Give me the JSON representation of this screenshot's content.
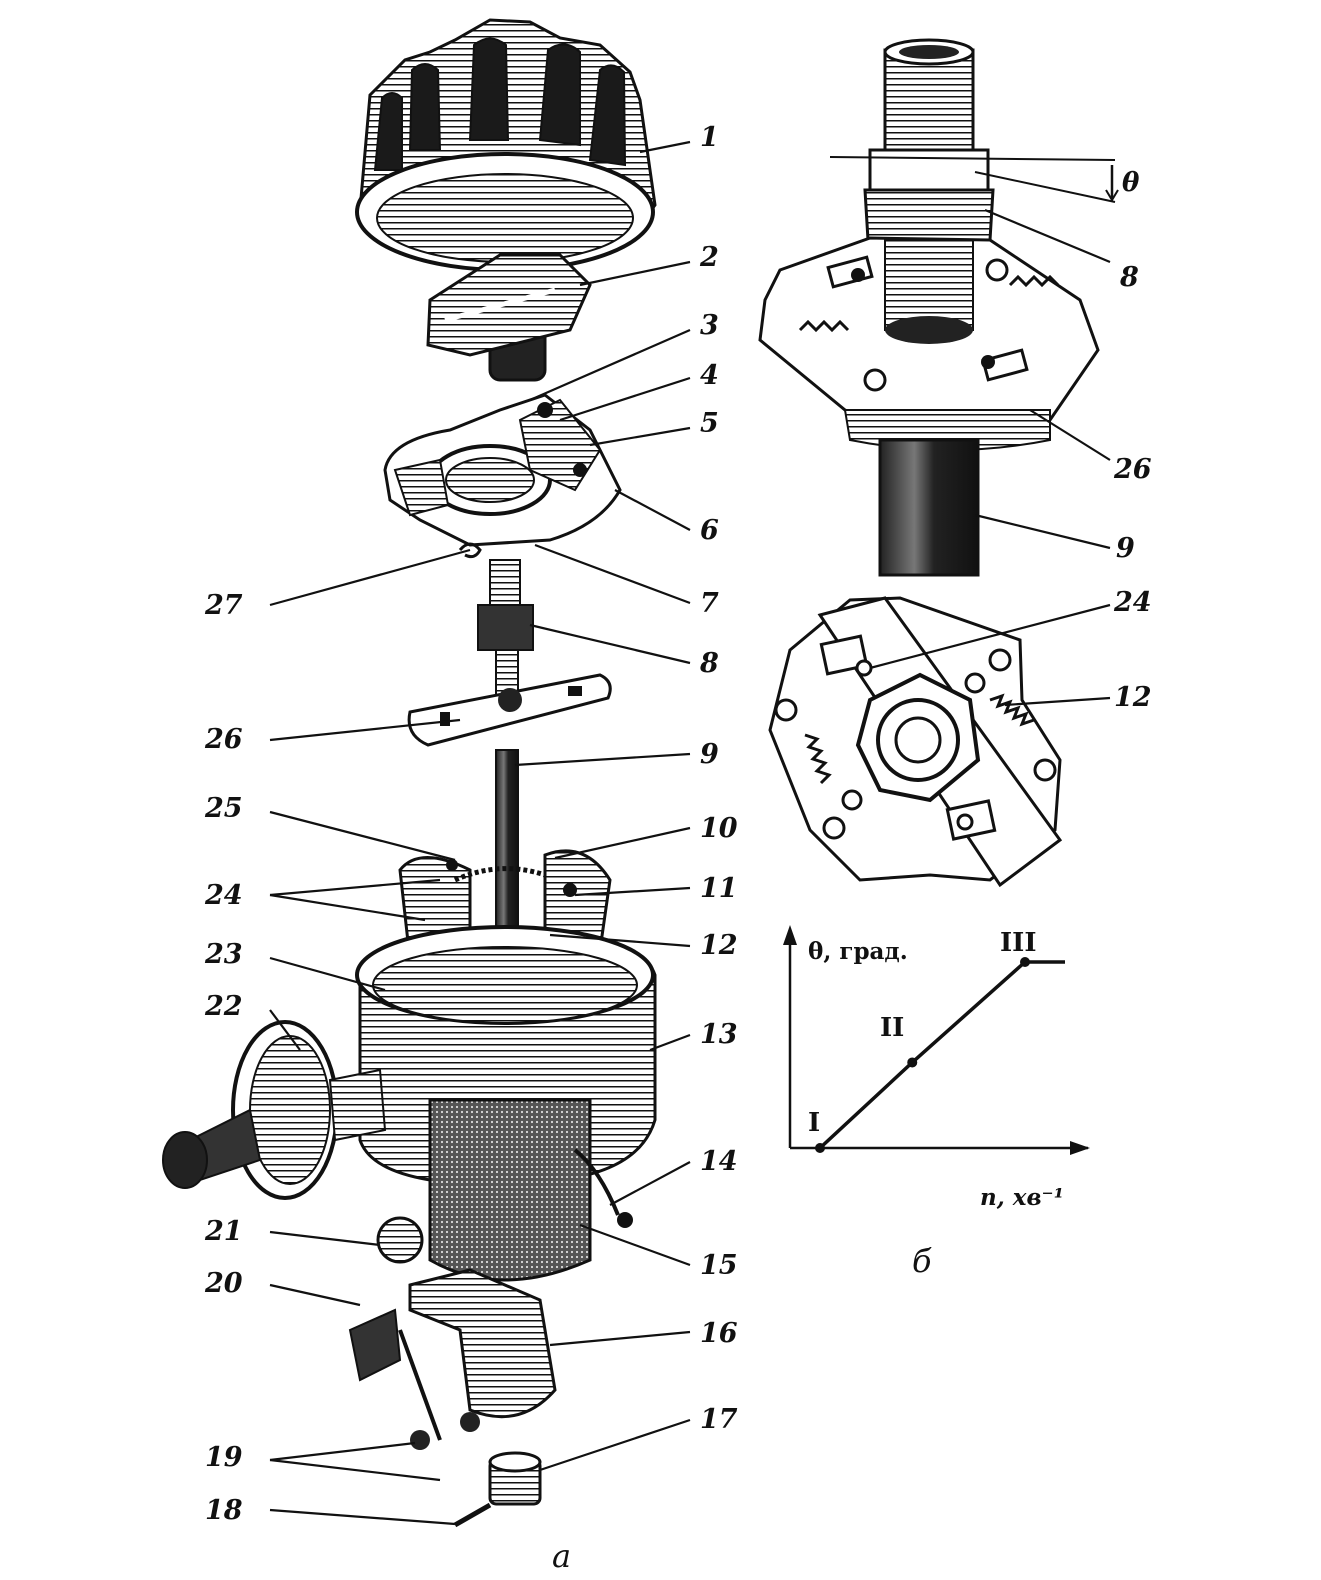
{
  "part_labels": [
    "1",
    "2",
    "3",
    "4",
    "5",
    "6",
    "7",
    "8",
    "9",
    "10",
    "11",
    "12",
    "13",
    "14",
    "15",
    "16",
    "17",
    "18",
    "19",
    "20",
    "21",
    "22",
    "23",
    "24",
    "25",
    "26",
    "27"
  ],
  "detail_b_labels": {
    "theta": "θ",
    "shaft_nut": "8",
    "plate": "26",
    "shaft": "9",
    "pin": "24",
    "spring": "12"
  },
  "graph": {
    "y_axis_label": "θ, град.",
    "x_axis_label": "n, хв⁻¹",
    "points": [
      {
        "label": "I",
        "n": 0,
        "theta": 0
      },
      {
        "label": "II",
        "n": 0.45,
        "theta": 0.46
      },
      {
        "label": "III",
        "n": 1.0,
        "theta": 1.0
      }
    ]
  },
  "captions": {
    "a": "а",
    "b": "б"
  },
  "colors": {
    "ink": "#111111",
    "paper": "#ffffff",
    "shade": "#6a6a6a"
  }
}
